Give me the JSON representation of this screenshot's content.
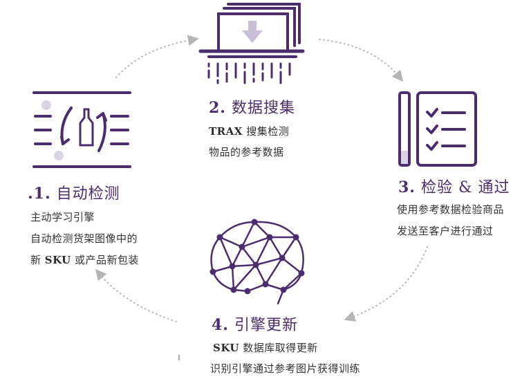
{
  "colors": {
    "purple": "#4b2c6f",
    "light_purple": "#d9d3e3",
    "dots": "#b5b5b5"
  },
  "step1": {
    "icon": "recycle-bottle-icon",
    "num": ".1.",
    "title": "自动检测",
    "line1": "主动学习引擎",
    "line2": "自动检测货架图像中的",
    "line3_a": "新",
    "line3_b": "SKU",
    "line3_c": "或产品新包装"
  },
  "step2": {
    "icon": "shredder-download-icon",
    "num": "2.",
    "title": "数据搜集",
    "line1_a": "TRAX",
    "line1_b": "搜集检测",
    "line2": "物品的参考数据"
  },
  "step3": {
    "icon": "checklist-icon",
    "num": "3.",
    "title": "检验 & 通过",
    "line1": "使用参考数据检验商品",
    "line2": "发送至客户进行通过"
  },
  "step4": {
    "icon": "brain-network-icon",
    "num": "4.",
    "title": "引擎更新",
    "line1_a": "SKU",
    "line1_b": "数据库取得更新",
    "line2": "识别引擎通过参考图片获得训练"
  }
}
